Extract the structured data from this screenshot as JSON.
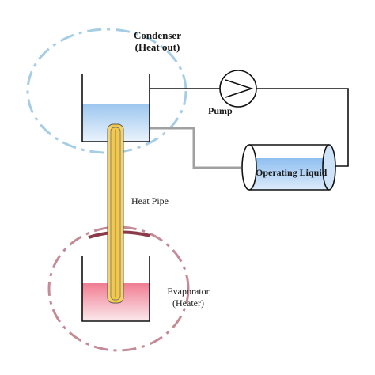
{
  "labels": {
    "condenser_title": "Condenser",
    "condenser_sub": "(Heat out)",
    "pump": "Pump",
    "operating_liquid": "Operating Liquid",
    "heat_pipe": "Heat Pipe",
    "evaporator_title": "Evaporator",
    "evaporator_sub": "(Heater)"
  },
  "colors": {
    "condenser_liquid": "#a9cdf0",
    "tank_liquid": "#a9cdf0",
    "evaporator_liquid": "#f08a9a",
    "heat_pipe": "#f3c94a",
    "pipe_black": "#111111",
    "pipe_gray": "#999999",
    "cold_ring": "#a6cde6",
    "hot_ring": "#c48a96"
  }
}
